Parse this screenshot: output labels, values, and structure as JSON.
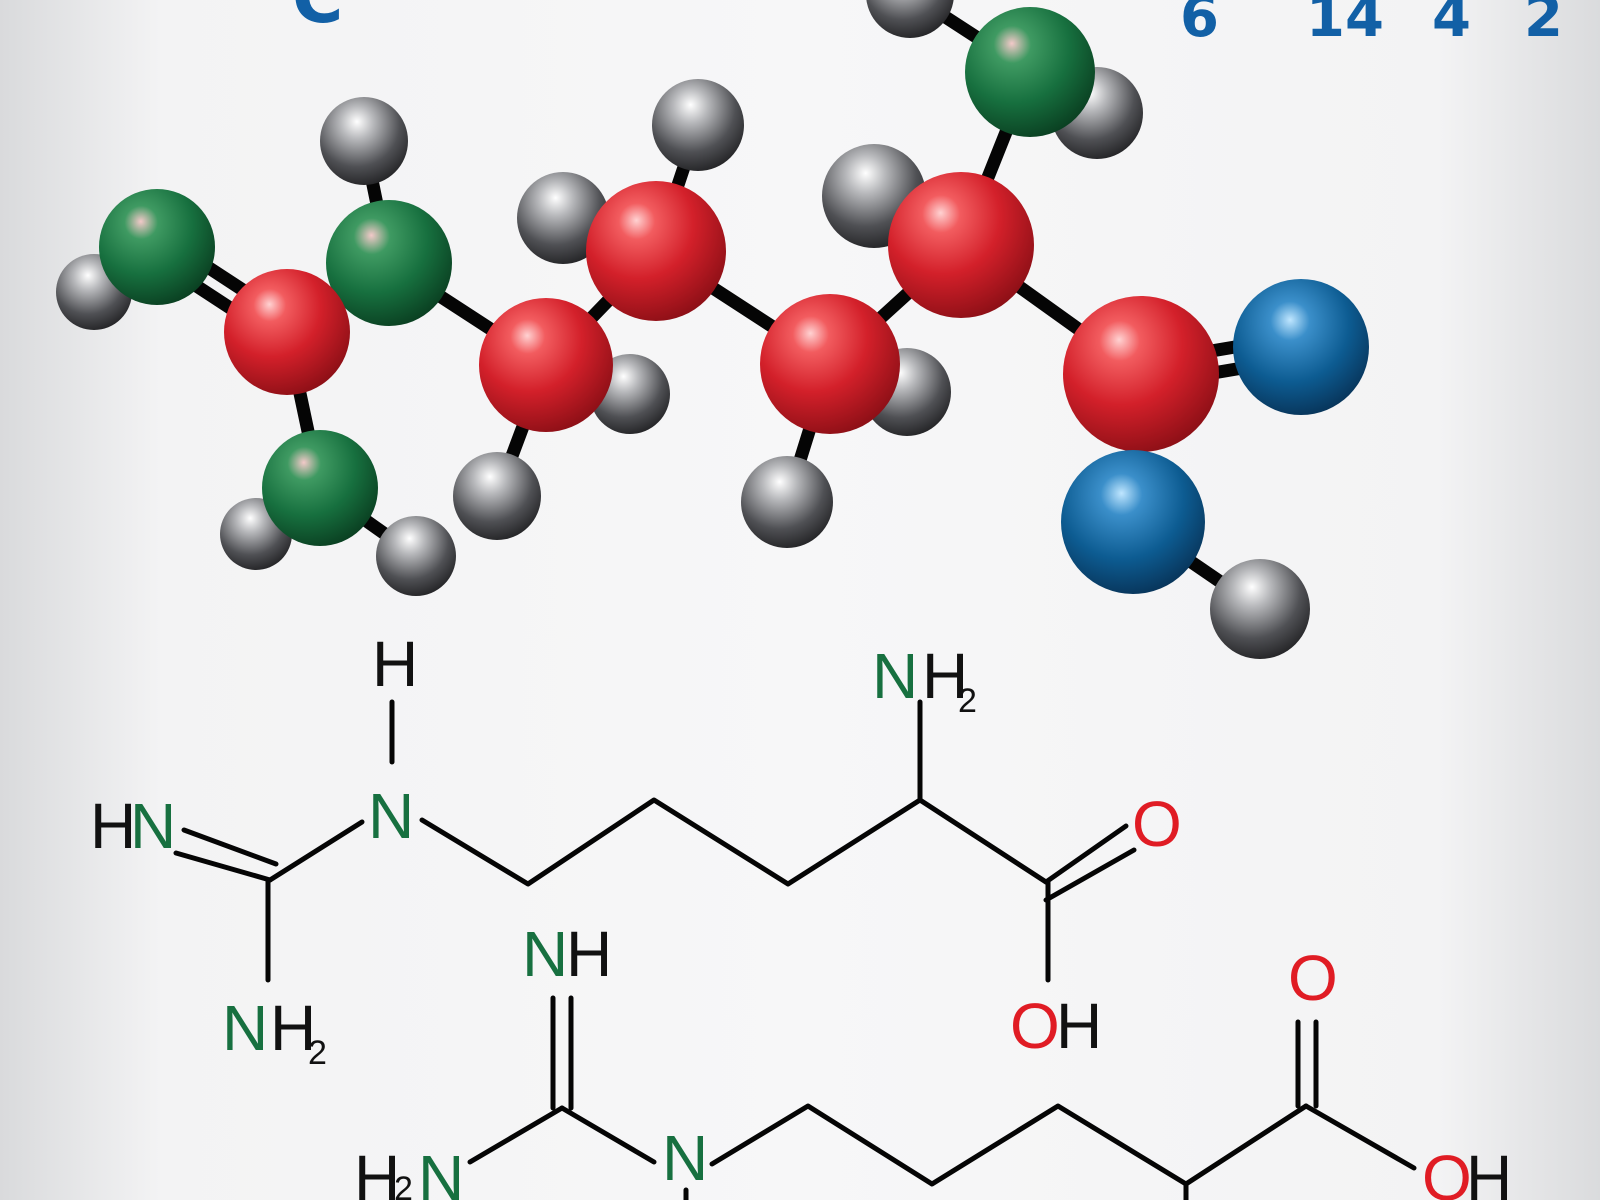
{
  "formula": {
    "top_left_fragment": "C",
    "subscripts": [
      "6",
      "14",
      "4",
      "2"
    ]
  },
  "colors": {
    "background": "#f5f5f6",
    "carbon": "#d5262f",
    "nitrogen": "#177040",
    "oxygen": "#0d5c92",
    "hydrogen": "#56575b",
    "bond": "#050505",
    "label_black": "#111111",
    "label_green": "#177040",
    "label_red": "#e01c24",
    "formula_blue": "#1260a6"
  },
  "structure_1": {
    "labels": {
      "h_top": "H",
      "nh2_top_n": "N",
      "nh2_top_h": "H",
      "nh2_top_sub": "2",
      "hn_h": "H",
      "hn_n": "N",
      "n_mid": "N",
      "o_top": "O",
      "nh2_bottom_n": "N",
      "nh2_bottom_h": "H",
      "nh2_bottom_sub": "2",
      "oh_o": "O",
      "oh_h": "H"
    }
  },
  "structure_2": {
    "labels": {
      "nh_n": "N",
      "nh_h": "H",
      "o_top": "O",
      "h2n_h": "H",
      "h2n_sub": "2",
      "h2n_n": "N",
      "n_mid": "N",
      "oh_o": "O",
      "oh_h": "H"
    }
  }
}
